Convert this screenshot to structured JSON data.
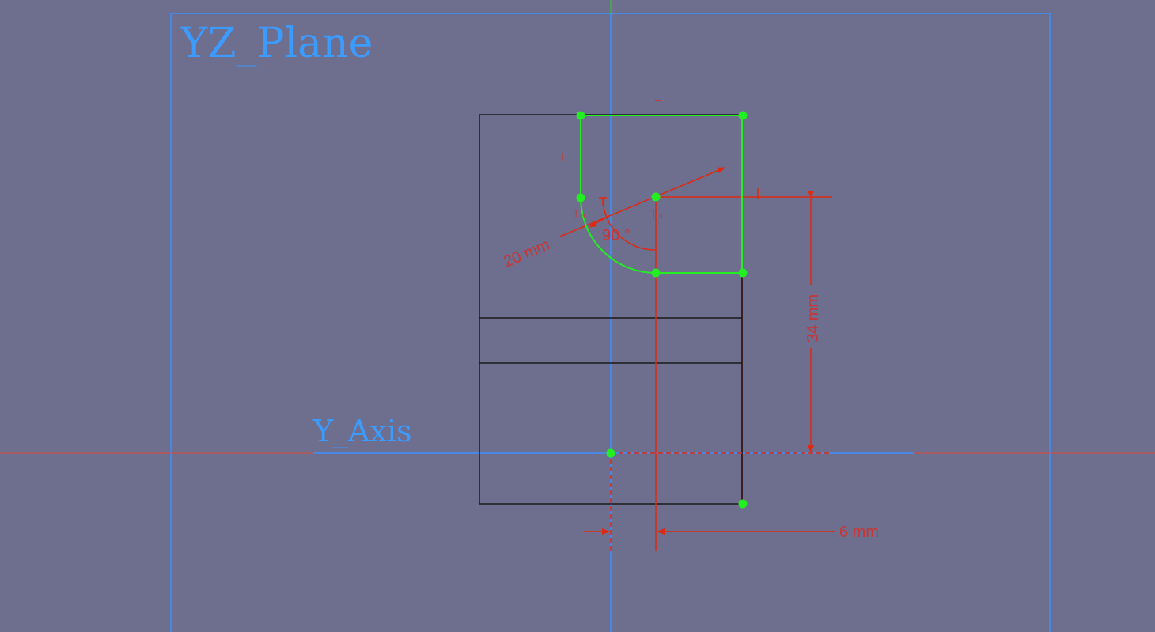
{
  "labels": {
    "plane": "YZ_Plane",
    "axis": "Y_Axis"
  },
  "dimensions": {
    "radius": "20 mm",
    "angle": "90 °",
    "vertical": "34 mm",
    "horizontal": "6 mm"
  },
  "constraint_marks": {
    "top_horizontal": "–",
    "left_vertical": "I",
    "bottom_horizontal": "–",
    "tangent_left": "⊤₃",
    "tangent_right": "⊤₃"
  },
  "colors": {
    "background": "#6e6e8e",
    "plane": "#3b8fff",
    "x_axis": "#e04a3a",
    "y_axis": "#33cc33",
    "geometry_active": "#22ee22",
    "geometry_fixed": "#1a1a1a",
    "dimension": "#dd2a10"
  }
}
